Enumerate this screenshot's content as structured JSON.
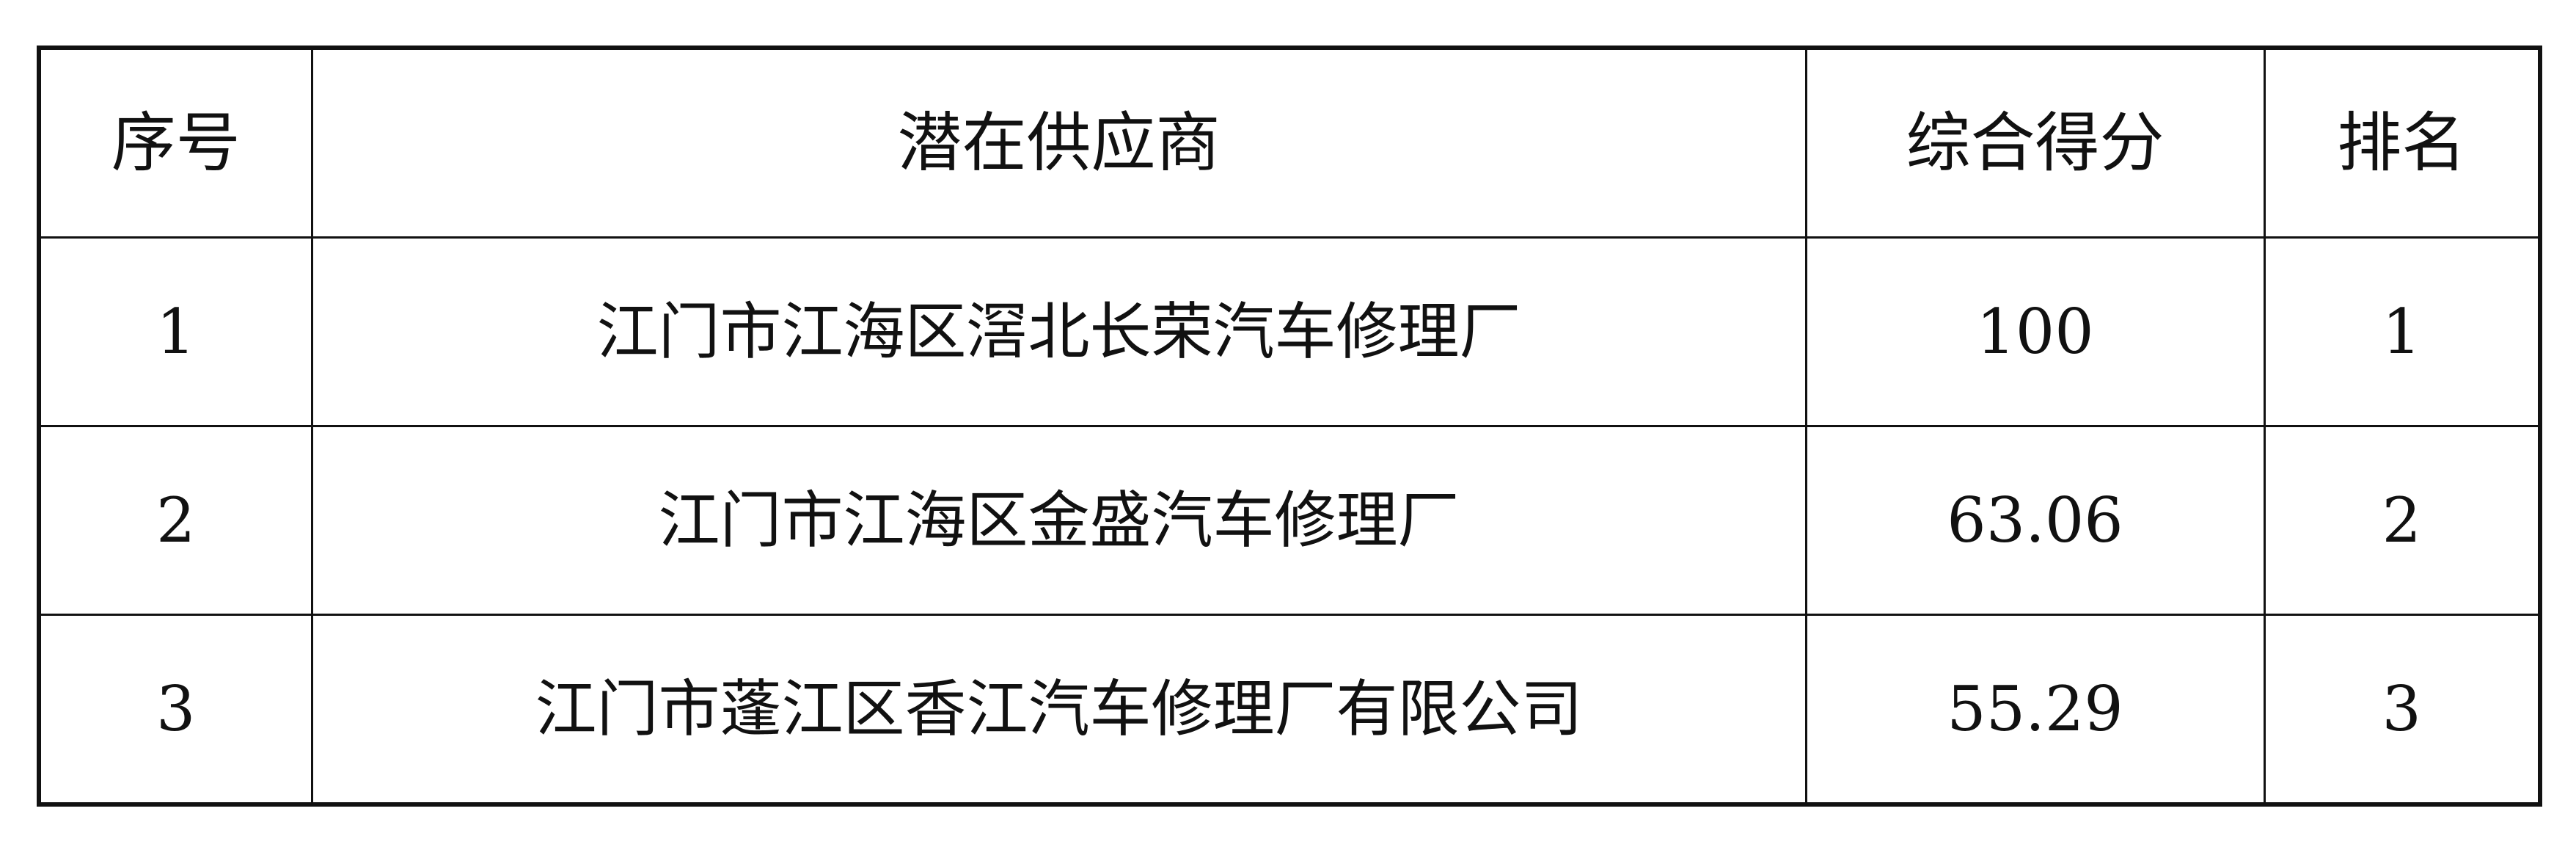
{
  "table": {
    "headers": {
      "index": "序号",
      "supplier": "潜在供应商",
      "score": "综合得分",
      "rank": "排名"
    },
    "rows": [
      {
        "index": "1",
        "supplier": "江门市江海区滘北长荣汽车修理厂",
        "score": "100",
        "rank": "1"
      },
      {
        "index": "2",
        "supplier": "江门市江海区金盛汽车修理厂",
        "score": "63.06",
        "rank": "2"
      },
      {
        "index": "3",
        "supplier": "江门市蓬江区香江汽车修理厂有限公司",
        "score": "55.29",
        "rank": "3"
      }
    ]
  }
}
